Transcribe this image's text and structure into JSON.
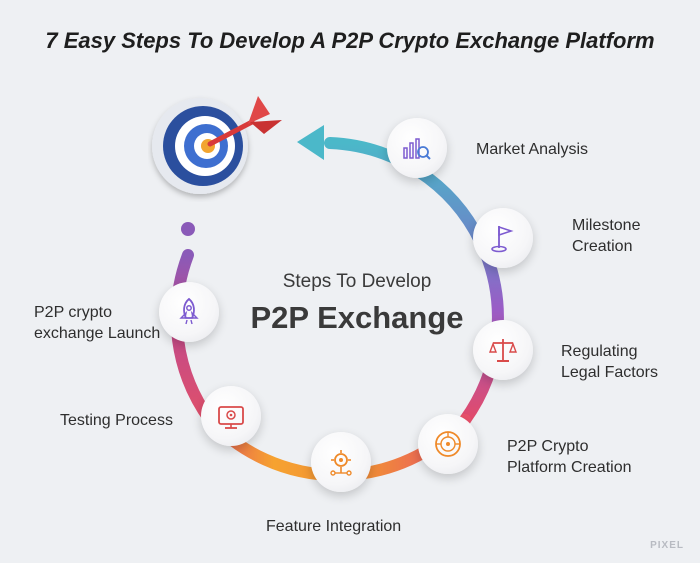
{
  "title": "7 Easy Steps To Develop A P2P Crypto Exchange Platform",
  "center": {
    "subtitle": "Steps To Develop",
    "main": "P2P Exchange"
  },
  "steps": [
    {
      "label_line1": "Market Analysis",
      "label_line2": "",
      "icon": "chart-magnifier-icon"
    },
    {
      "label_line1": "Milestone",
      "label_line2": "Creation",
      "icon": "flag-icon"
    },
    {
      "label_line1": "Regulating",
      "label_line2": "Legal Factors",
      "icon": "scales-icon"
    },
    {
      "label_line1": "P2P Crypto",
      "label_line2": "Platform Creation",
      "icon": "circuit-coin-icon"
    },
    {
      "label_line1": "Feature Integration",
      "label_line2": "",
      "icon": "gear-network-icon"
    },
    {
      "label_line1": "Testing Process",
      "label_line2": "",
      "icon": "testing-screen-icon"
    },
    {
      "label_line1": "P2P crypto",
      "label_line2": "exchange Launch",
      "icon": "rocket-icon"
    }
  ],
  "colors": {
    "ring_start": "#4bb8c9",
    "ring_mid_blue": "#6b86c8",
    "ring_purple": "#9a5cc6",
    "ring_red": "#e24a6a",
    "ring_orange": "#f7a02b",
    "ring_pink": "#d9476e",
    "icon_purple": "#7d5bd0",
    "icon_red": "#d94a4a",
    "icon_orange": "#ef8a2a"
  },
  "brand": "PIXEL"
}
